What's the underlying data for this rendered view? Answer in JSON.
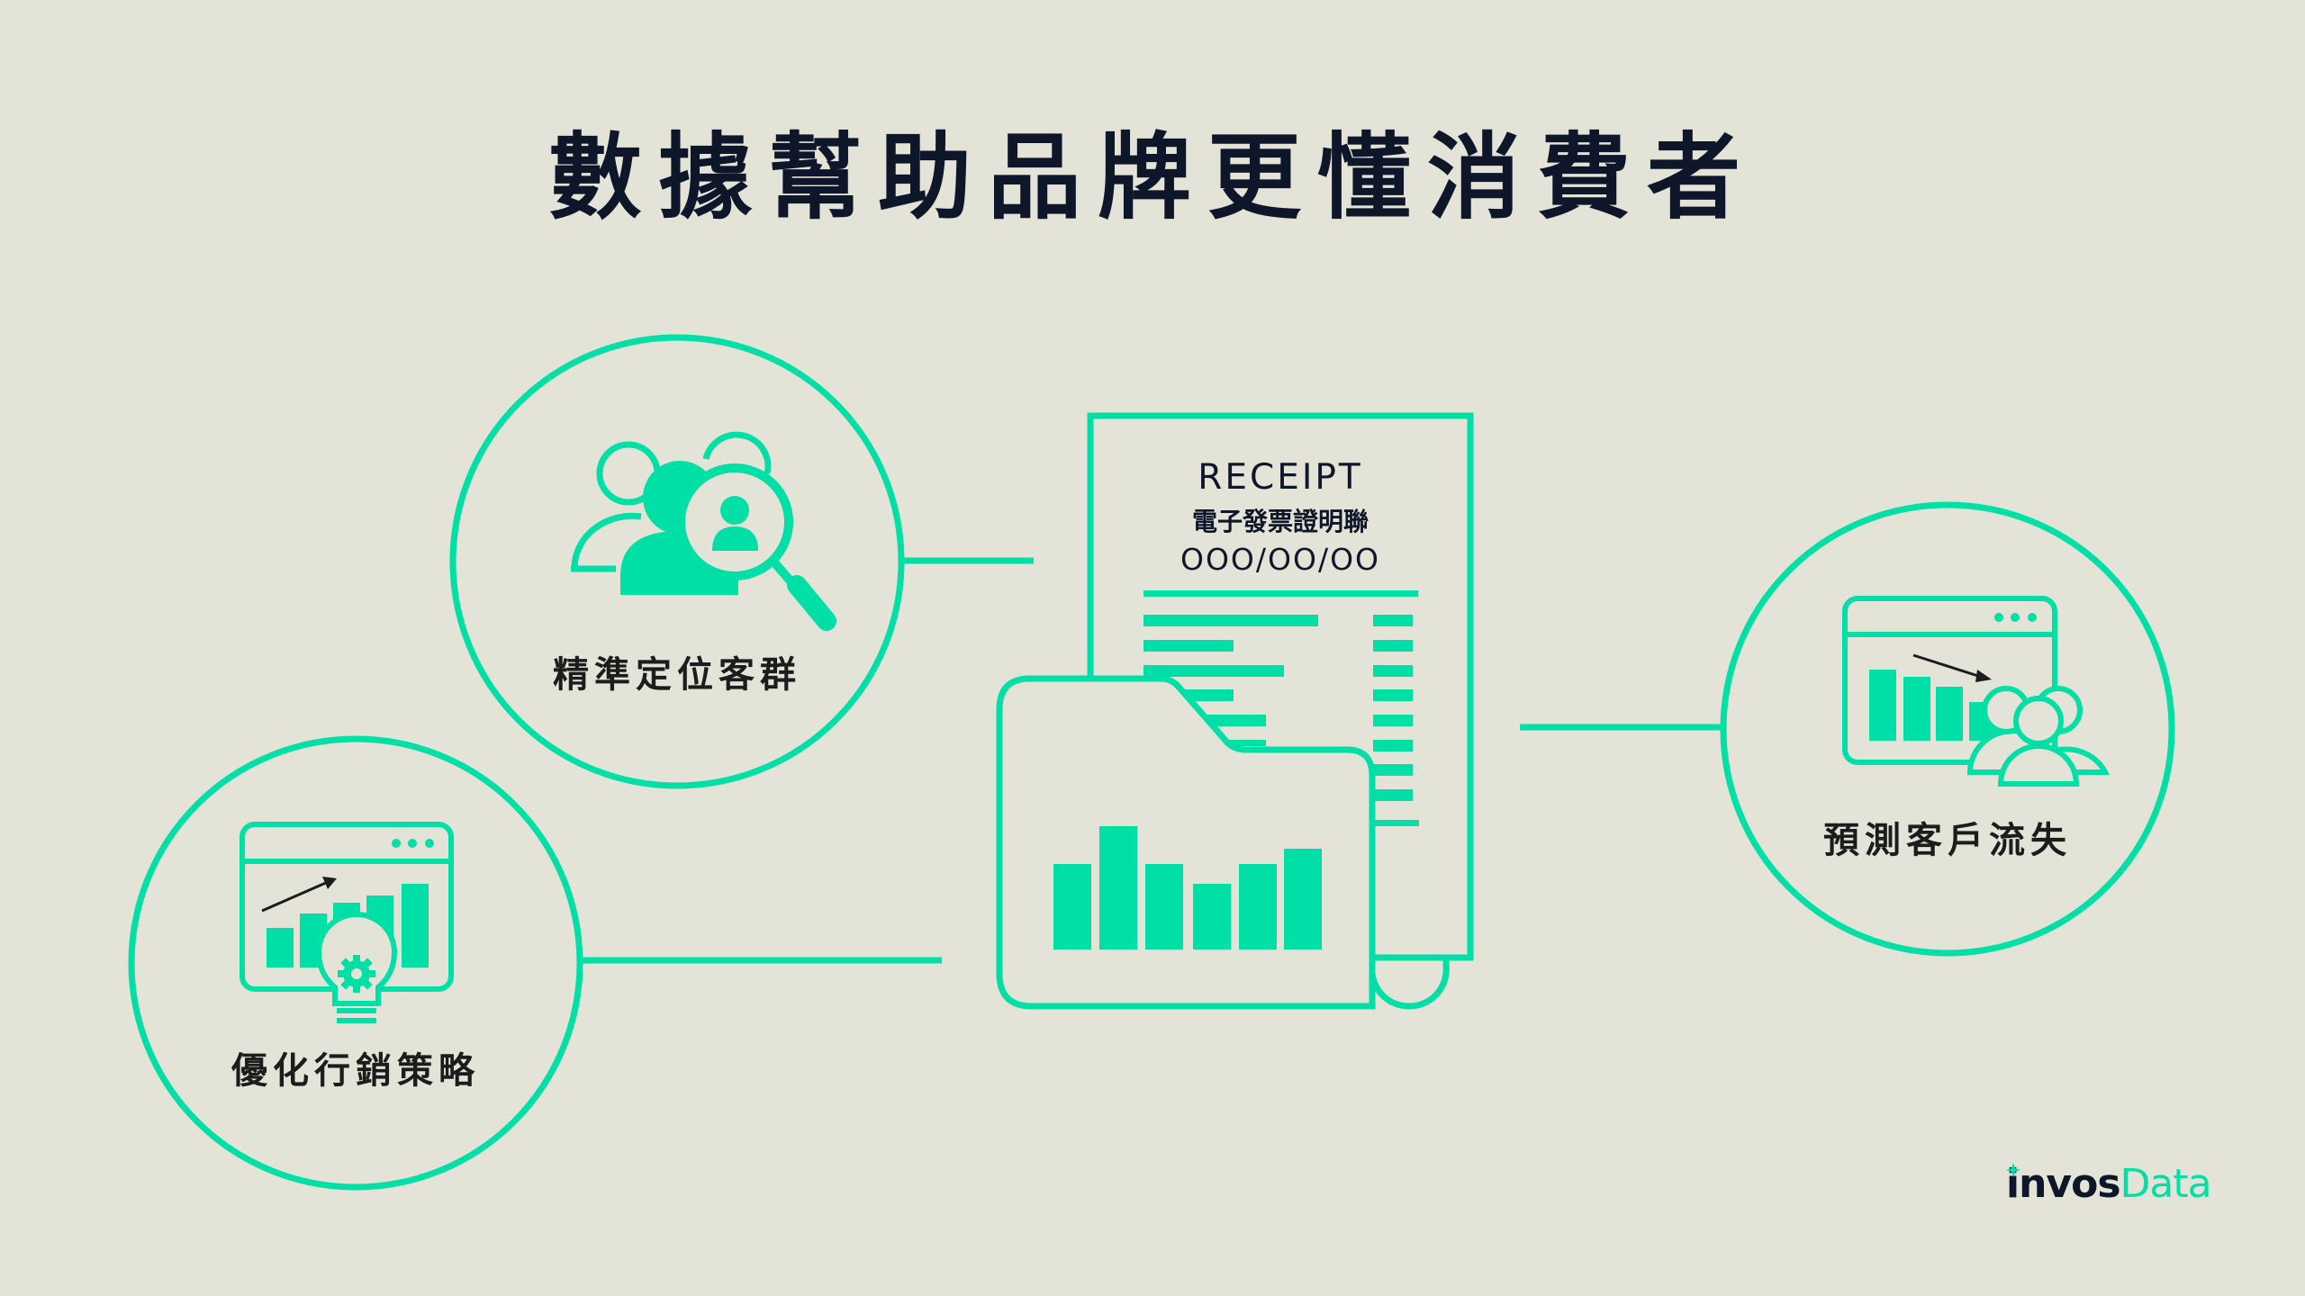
{
  "title": "數據幫助品牌更懂消費者",
  "colors": {
    "background": "#E4E3D8",
    "accent_green": "#00DFA6",
    "text_dark": "#0E1729"
  },
  "receipt": {
    "heading": "RECEIPT",
    "subtitle": "電子發票證明聯",
    "date": "OOO/OO/OO"
  },
  "nodes": [
    {
      "label": "精準定位客群",
      "icon": "user-group-search-icon"
    },
    {
      "label": "優化行銷策略",
      "icon": "chart-growth-lightbulb-icon"
    },
    {
      "label": "預測客戶流失",
      "icon": "chart-decline-users-icon"
    }
  ],
  "logo": {
    "part1": "invos",
    "part2": "Data"
  }
}
